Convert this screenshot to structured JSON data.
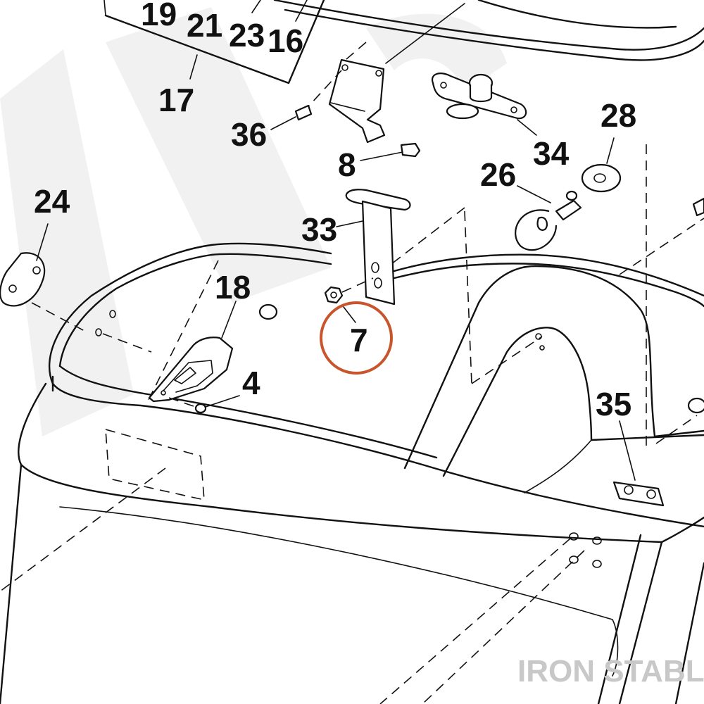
{
  "diagram": {
    "callouts": [
      {
        "id": "c19",
        "text": "19"
      },
      {
        "id": "c21",
        "text": "21"
      },
      {
        "id": "c23",
        "text": "23"
      },
      {
        "id": "c16",
        "text": "16"
      },
      {
        "id": "c17",
        "text": "17"
      },
      {
        "id": "c36",
        "text": "36"
      },
      {
        "id": "c8",
        "text": "8"
      },
      {
        "id": "c34",
        "text": "34"
      },
      {
        "id": "c28",
        "text": "28"
      },
      {
        "id": "c26",
        "text": "26"
      },
      {
        "id": "c24",
        "text": "24"
      },
      {
        "id": "c33",
        "text": "33"
      },
      {
        "id": "c18",
        "text": "18"
      },
      {
        "id": "c7",
        "text": "7"
      },
      {
        "id": "c4",
        "text": "4"
      },
      {
        "id": "c35",
        "text": "35"
      }
    ],
    "highlight": {
      "callout": "7",
      "color": "#c8552b"
    },
    "watermark": "IRON STABLE"
  }
}
